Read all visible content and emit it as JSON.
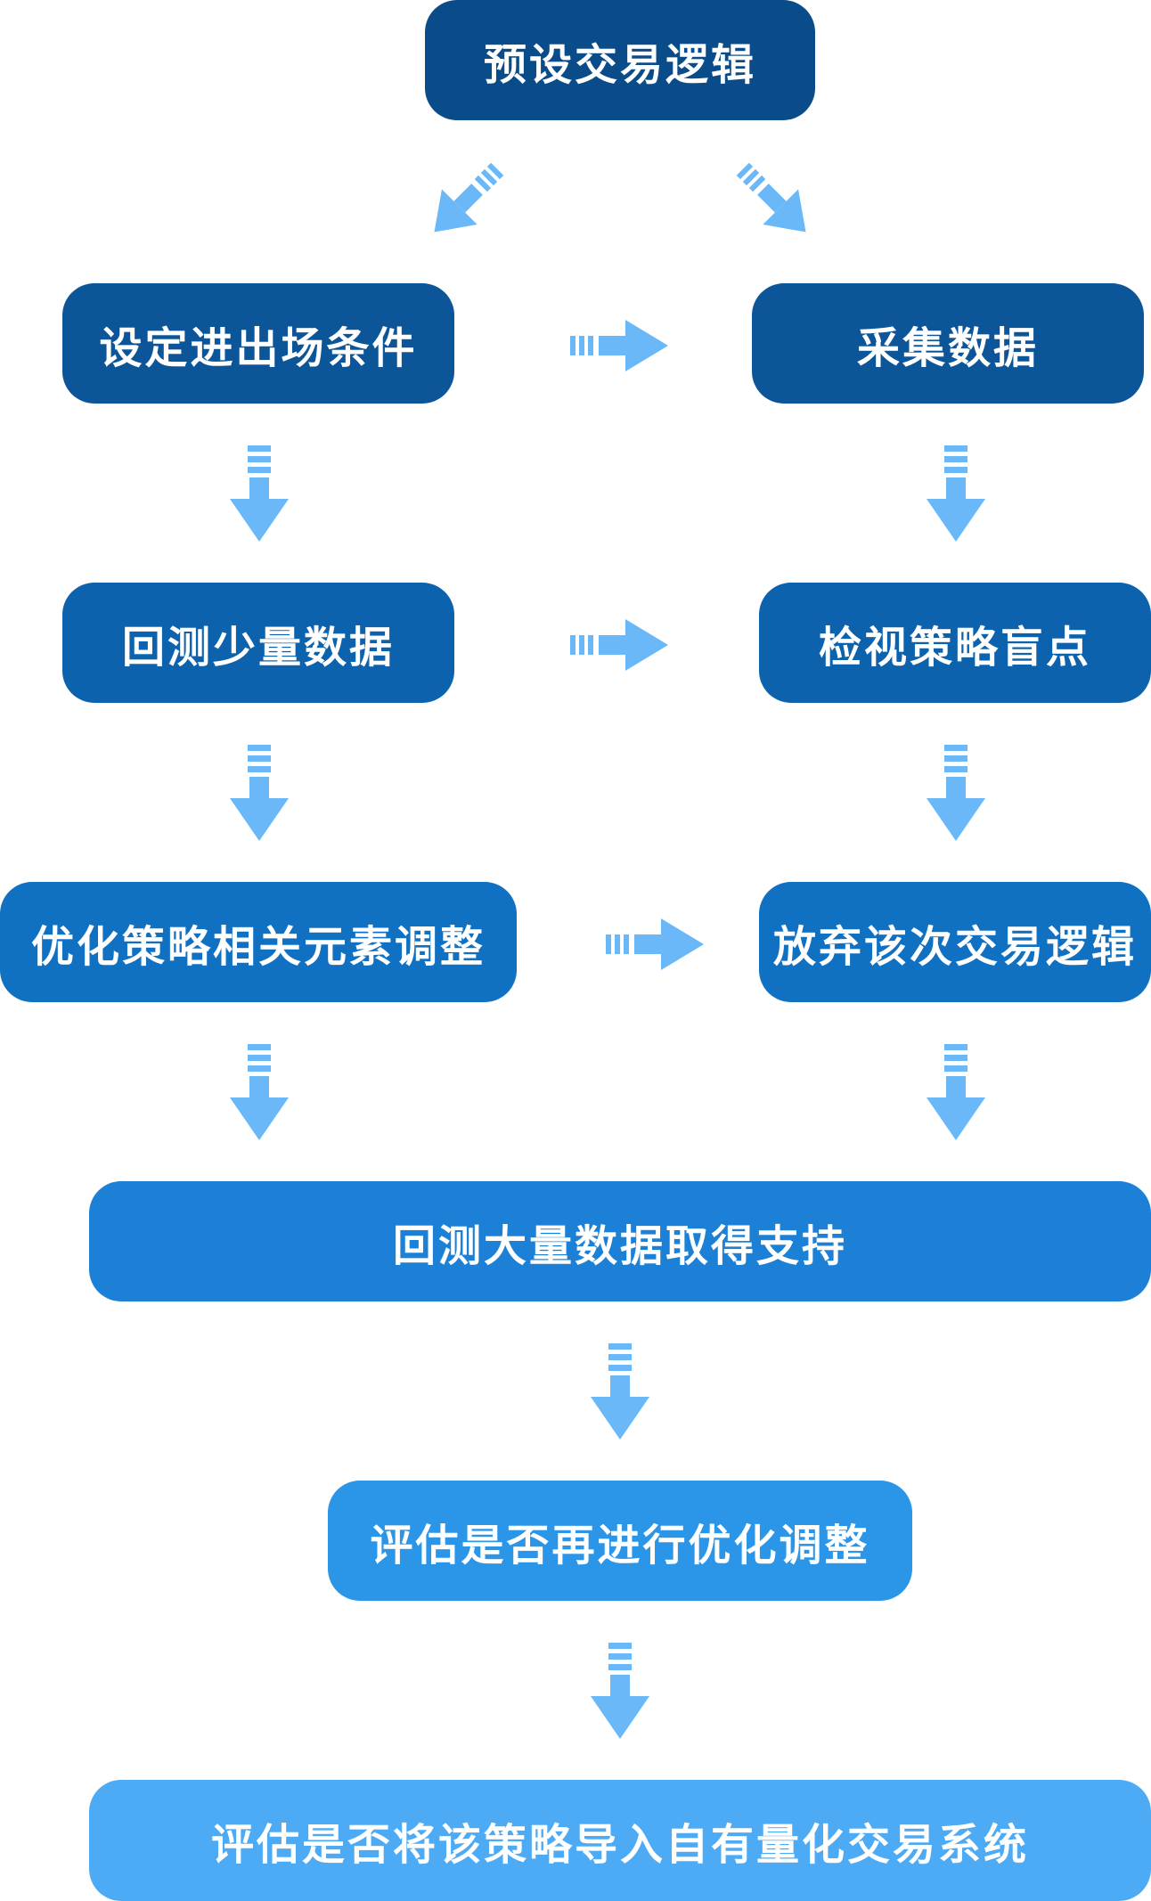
{
  "nodes": {
    "preset_logic": "预设交易逻辑",
    "set_entry_exit": "设定进出场条件",
    "collect_data": "采集数据",
    "backtest_small": "回测少量数据",
    "review_blind_spots": "检视策略盲点",
    "optimize_elements": "优化策略相关元素调整",
    "abandon_logic": "放弃该次交易逻辑",
    "backtest_large": "回测大量数据取得支持",
    "evaluate_optimize": "评估是否再进行优化调整",
    "import_system": "评估是否将该策略导入自有量化交易系统"
  },
  "colors": {
    "arrow": "#6bb8f8",
    "level1": "#0a4c8a",
    "level2": "#0b5598",
    "level3": "#0c62ad",
    "level4": "#1071c3",
    "level5": "#1b80d6",
    "level6": "#2b95e8",
    "level7": "#4daaf5"
  }
}
